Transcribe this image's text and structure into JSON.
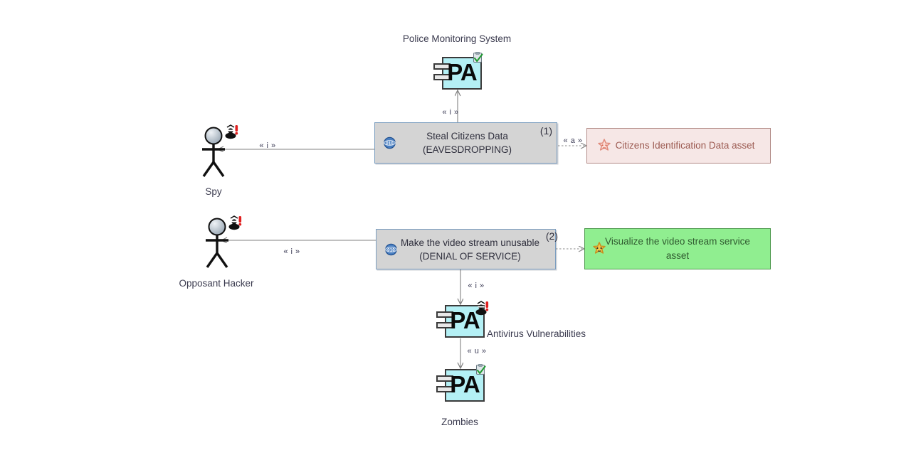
{
  "diagram": {
    "type": "uml-misuse-case-diagram",
    "background": "#ffffff",
    "colors": {
      "threat_fill": "#d4d4d4",
      "threat_border": "#7c9ec0",
      "asset_red_fill": "#f6e7e6",
      "asset_red_border": "#b28b87",
      "asset_red_text": "#9c5b52",
      "asset_green_fill": "#90ee90",
      "asset_green_border": "#4e9a4e",
      "asset_green_text": "#2f5a2f",
      "component_fill": "#b4f0f5",
      "component_border": "#3a3a3a",
      "caption_text": "#3b3b4f",
      "connector": "#808080"
    }
  },
  "components": {
    "police_monitoring_system": {
      "caption": "Police Monitoring System",
      "abbrev": "PA",
      "badge": "clipboard-check-icon"
    },
    "antivirus_vulnerabilities": {
      "caption": "Antivirus Vulnerabilities",
      "abbrev": "PA",
      "badge": "hacker-icon"
    },
    "zombies": {
      "caption": "Zombies",
      "abbrev": "PA",
      "badge": "clipboard-check-icon"
    }
  },
  "actors": {
    "spy": {
      "caption": "Spy",
      "badge": "hacker-icon"
    },
    "opposant_hacker": {
      "caption": "Opposant Hacker",
      "badge": "hacker-icon"
    }
  },
  "threats": [
    {
      "id": "steal-citizens-data",
      "line1": "Steal Citizens Data",
      "line2": "(EAVESDROPPING)",
      "number": "(1)",
      "icon": "binary-010-icon"
    },
    {
      "id": "make-video-stream-unusable",
      "line1": "Make the video stream unusable",
      "line2": "(DENIAL OF SERVICE)",
      "number": "(2)",
      "icon": "binary-010-icon"
    }
  ],
  "assets": [
    {
      "id": "citizens-identification-data-asset",
      "label": "Citizens Identification Data asset",
      "icon": "asset-red-icon",
      "variant": "red"
    },
    {
      "id": "visualize-the-video-stream-service-asset",
      "line1": "Visualize the video stream service",
      "line2": "asset",
      "icon": "asset-green-icon",
      "variant": "green"
    }
  ],
  "connectors": [
    {
      "id": "spy-to-threat1",
      "label": "« i »",
      "style": "solid-arrow"
    },
    {
      "id": "threat1-to-pms",
      "label": "« i »",
      "style": "solid-arrow"
    },
    {
      "id": "threat1-to-asset1",
      "label": "« a »",
      "style": "dotted-arrow"
    },
    {
      "id": "hacker-to-threat2",
      "label": "« i »",
      "style": "solid-arrow"
    },
    {
      "id": "threat2-to-asset2",
      "label": "",
      "style": "dotted-arrow"
    },
    {
      "id": "threat2-to-antivirus",
      "label": "« i »",
      "style": "solid-arrow"
    },
    {
      "id": "antivirus-to-zombies",
      "label": "« u »",
      "style": "solid-arrow"
    }
  ]
}
